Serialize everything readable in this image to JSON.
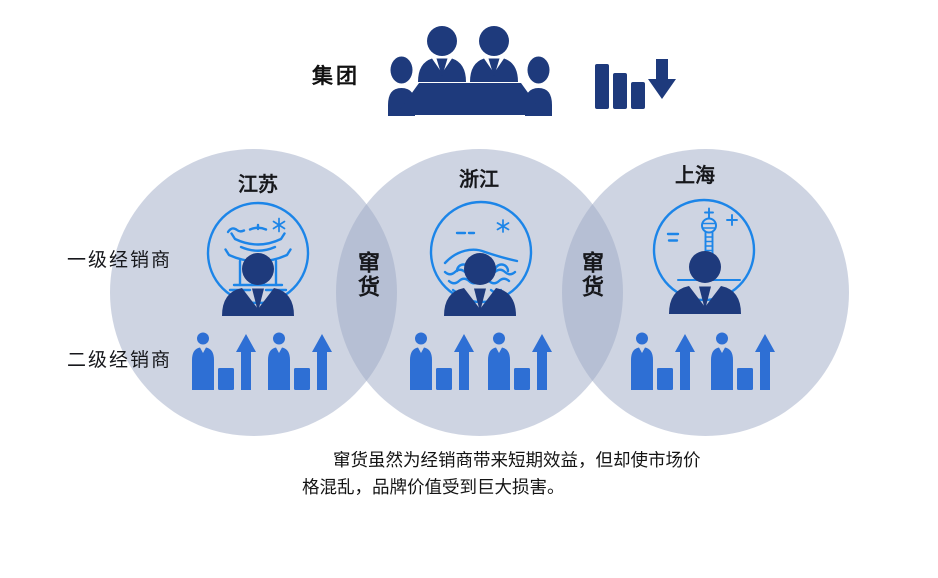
{
  "title": {
    "group_label": "集团"
  },
  "tiers": {
    "tier1": "一级经销商",
    "tier2": "二级经销商"
  },
  "regions": [
    {
      "name": "江苏",
      "landmark_icon": "pavilion-gate-landmark"
    },
    {
      "name": "浙江",
      "landmark_icon": "bridge-and-waves-landmark"
    },
    {
      "name": "上海",
      "landmark_icon": "oriental-pearl-tower-landmark"
    }
  ],
  "overlap": {
    "label": "窜货"
  },
  "caption": {
    "text": "窜货虽然为经销商带来短期效益，但却使市场价格混乱，品牌价值受到巨大损害。"
  },
  "icons": {
    "meeting": "board-meeting-table-icon",
    "decline": "declining-bars-down-arrow-icon",
    "tier1_person": "distributor-person-icon",
    "tier2_group": "person-bar-up-arrow-icon"
  },
  "colors": {
    "navy": "#1e3a7c",
    "bright_blue": "#2e6fd4",
    "azure_outline": "#1c85e8",
    "circle_fill": "#cdd3e1",
    "overlap_fill": "#b6bfd4",
    "text": "#111111",
    "background": "#ffffff"
  }
}
